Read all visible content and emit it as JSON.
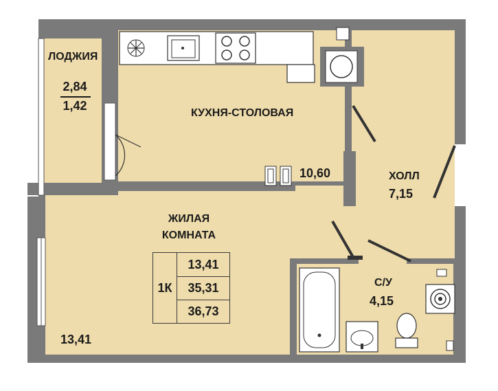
{
  "colors": {
    "wall": "#7a7a7a",
    "floor": "#efdcac",
    "line": "#333333",
    "fixture": "#ffffff"
  },
  "rooms": {
    "loggia": {
      "name": "ЛОДЖИЯ",
      "area_full": "2,84",
      "area_reduced": "1,42"
    },
    "kitchen": {
      "name": "КУХНЯ-СТОЛОВАЯ",
      "area": "10,60"
    },
    "hall": {
      "name": "ХОЛЛ",
      "area": "7,15"
    },
    "living": {
      "name_line1": "ЖИЛАЯ",
      "name_line2": "КОМНАТА",
      "area": "13,41"
    },
    "bathroom": {
      "name": "С/У",
      "area": "4,15"
    }
  },
  "summary": {
    "type": "1К",
    "living_area": "13,41",
    "total_area": "35,31",
    "total_with_loggia": "36,73"
  },
  "icons": [
    "sink-icon",
    "stove-icon",
    "fan-icon",
    "boiler-icon",
    "bathtub-icon",
    "washbasin-icon",
    "toilet-icon",
    "washing-machine-icon",
    "radiator-icon",
    "door-icon"
  ]
}
